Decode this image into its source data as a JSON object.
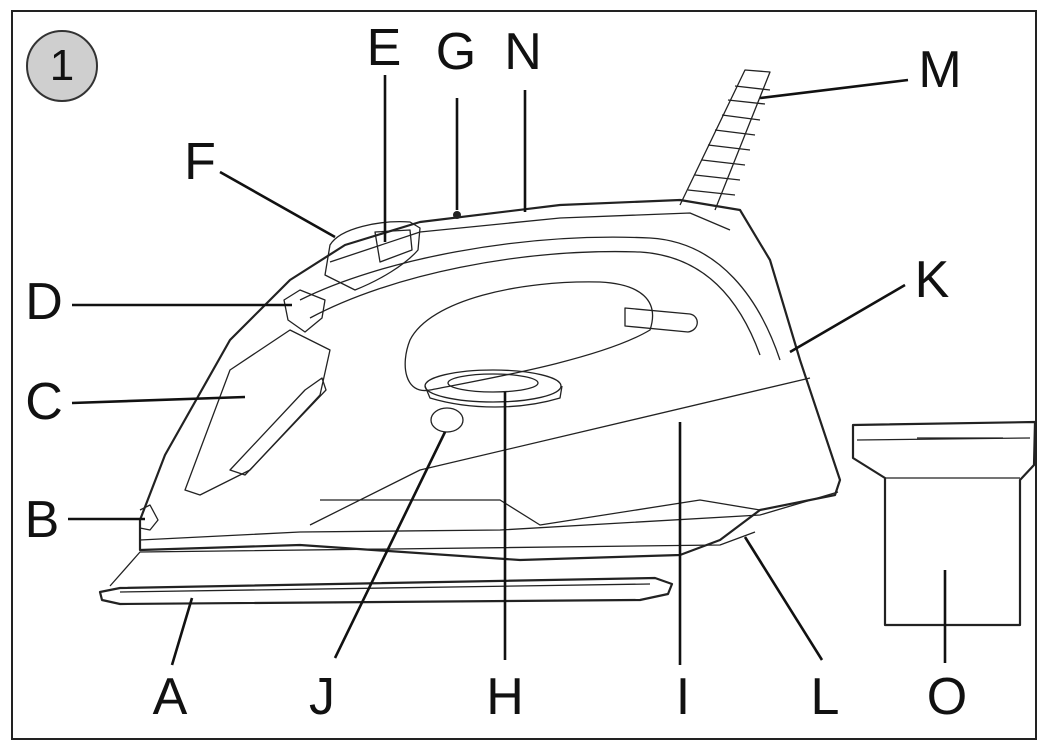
{
  "figure": {
    "number": "1"
  },
  "labels": {
    "A": "A",
    "B": "B",
    "C": "C",
    "D": "D",
    "E": "E",
    "F": "F",
    "G": "G",
    "H": "H",
    "I": "I",
    "J": "J",
    "K": "K",
    "L": "L",
    "M": "M",
    "N": "N",
    "O": "O"
  }
}
